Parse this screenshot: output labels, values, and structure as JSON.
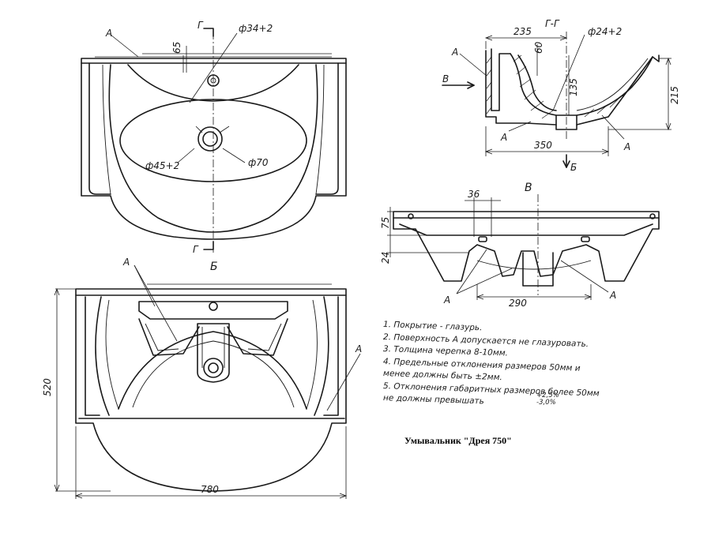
{
  "title": "Умывальник \"Дрея 750\"",
  "view_labels": {
    "section_top": "Г",
    "section_bottom": "Г",
    "section_title": "Г-Г",
    "view_b": "Б",
    "view_b_arrow": "Б",
    "view_v": "В",
    "view_v_arrow": "В"
  },
  "surface_label": "А",
  "dimensions": {
    "d_drain_hole": "ф34+2",
    "d_65": "65",
    "d_inner_ring": "ф45+2",
    "d_outer_ring": "ф70",
    "d_235": "235",
    "d_60": "60",
    "d_24": "ф24+2",
    "d_135": "135",
    "d_215": "215",
    "d_350": "350",
    "d_36": "36",
    "d_75": "75",
    "d_24_side": "24",
    "d_290": "290",
    "d_520": "520",
    "d_780": "780"
  },
  "notes": [
    "1. Покрытие - глазурь.",
    "2. Поверхность А допускается не глазуровать.",
    "3. Толщина черепка 8-10мм.",
    "4. Предельные отклонения размеров 50мм и",
    "    менее должны быть ±2мм.",
    "5. Отклонения габаритных размеров более 50мм",
    "    не должны превышать"
  ],
  "tolerance": {
    "upper": "+2,5%",
    "lower": "-3,0%"
  }
}
